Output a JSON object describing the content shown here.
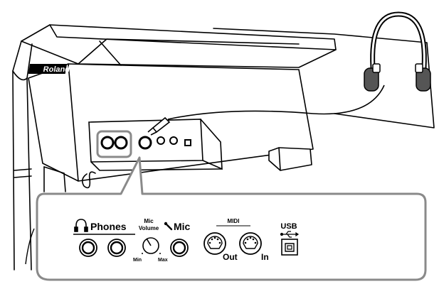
{
  "brand": {
    "logo_text": "Roland"
  },
  "panel": {
    "phones_label": "Phones",
    "mic_volume_label_line1": "Mic",
    "mic_volume_label_line2": "Volume",
    "mic_volume_min": "Min",
    "mic_volume_max": "Max",
    "mic_label": "Mic",
    "midi_label": "MIDI",
    "midi_out_label": "Out",
    "midi_in_label": "In",
    "usb_label": "USB"
  },
  "colors": {
    "line": "#000000",
    "callout_outline": "#8a8a8a",
    "headphone_pad": "#555555",
    "background": "#ffffff"
  },
  "icons": [
    "headphone-icon",
    "microphone-icon",
    "usb-symbol-icon"
  ]
}
